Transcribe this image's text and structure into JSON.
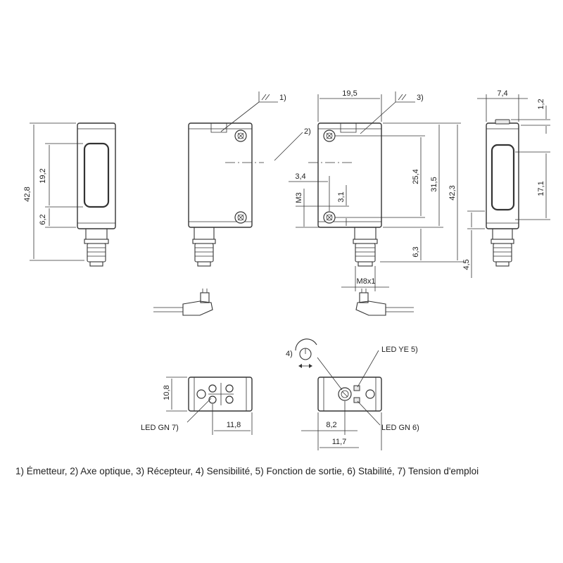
{
  "dimensions": {
    "side_height": "42,8",
    "side_window": "19,2",
    "side_lower": "6,2",
    "front_width": "19,5",
    "hole_x": "3,4",
    "hole_y": "3,1",
    "thread": "M3",
    "hole_spacing": "25,4",
    "body_height": "31,5",
    "total_height": "42,3",
    "connector_height": "6,3",
    "connector_thread": "M8x1",
    "right_width": "7,4",
    "right_top": "1,2",
    "right_window": "17,1",
    "right_bottom": "4,5",
    "top_left_height": "10,8",
    "top_left_offset": "11,8",
    "top_right_inner": "8,2",
    "top_right_outer": "11,7"
  },
  "labels": {
    "emitter_num": "1)",
    "axis_num": "2)",
    "receiver_num": "3)",
    "sensitivity_num": "4)",
    "led_ye": "LED YE 5)",
    "led_gn_6": "LED GN 6)",
    "led_gn_7": "LED GN 7)"
  },
  "legend": "1) Émetteur, 2) Axe optique, 3) Récepteur, 4) Sensibilité, 5) Fonction de sortie, 6) Stabilité, 7) Tension d'emploi"
}
